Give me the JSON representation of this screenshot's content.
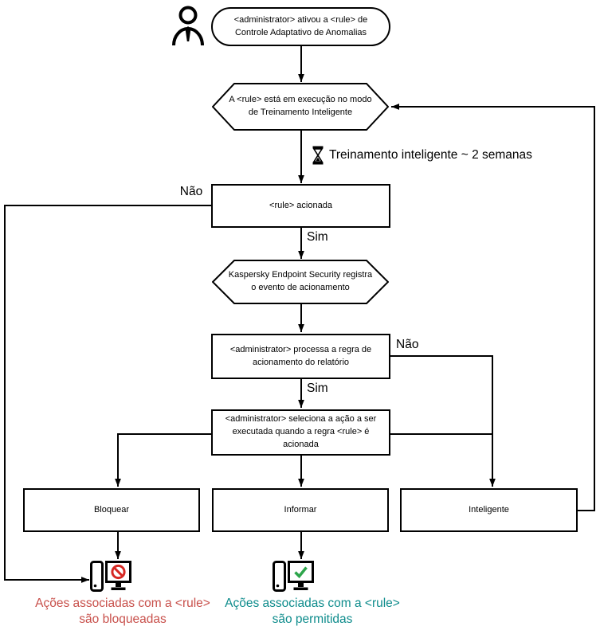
{
  "colors": {
    "line": "#000000",
    "blocked_text": "#c8504b",
    "allowed_text": "#0e8c8c",
    "prohibit": "#d62823",
    "check": "#2da54b"
  },
  "nodes": {
    "start": {
      "text": "<administrator> ativou a <rule> de Controle Adaptativo de Anomalias"
    },
    "smart_training_mode": {
      "text": "A <rule> está em execução no modo de Treinamento Inteligente"
    },
    "rule_triggered": {
      "text": "<rule> acionada"
    },
    "registers_event": {
      "text": "Kaspersky Endpoint Security registra o evento de acionamento"
    },
    "admin_processes": {
      "text": "<administrator> processa a regra de acionamento do relatório"
    },
    "admin_selects": {
      "text": "<administrator> seleciona a ação a ser executada quando a regra <rule> é acionada"
    },
    "block": {
      "text": "Bloquear"
    },
    "inform": {
      "text": "Informar"
    },
    "smart": {
      "text": "Inteligente"
    }
  },
  "labels": {
    "no_left": "Não",
    "yes_1": "Sim",
    "no_right": "Não",
    "yes_2": "Sim",
    "training_note": "Treinamento inteligente ~ 2 semanas"
  },
  "outcomes": {
    "blocked": {
      "line1": "Ações associadas com a <rule>",
      "line2": "são bloqueadas"
    },
    "allowed": {
      "line1": "Ações associadas com a <rule>",
      "line2": "são permitidas"
    }
  }
}
